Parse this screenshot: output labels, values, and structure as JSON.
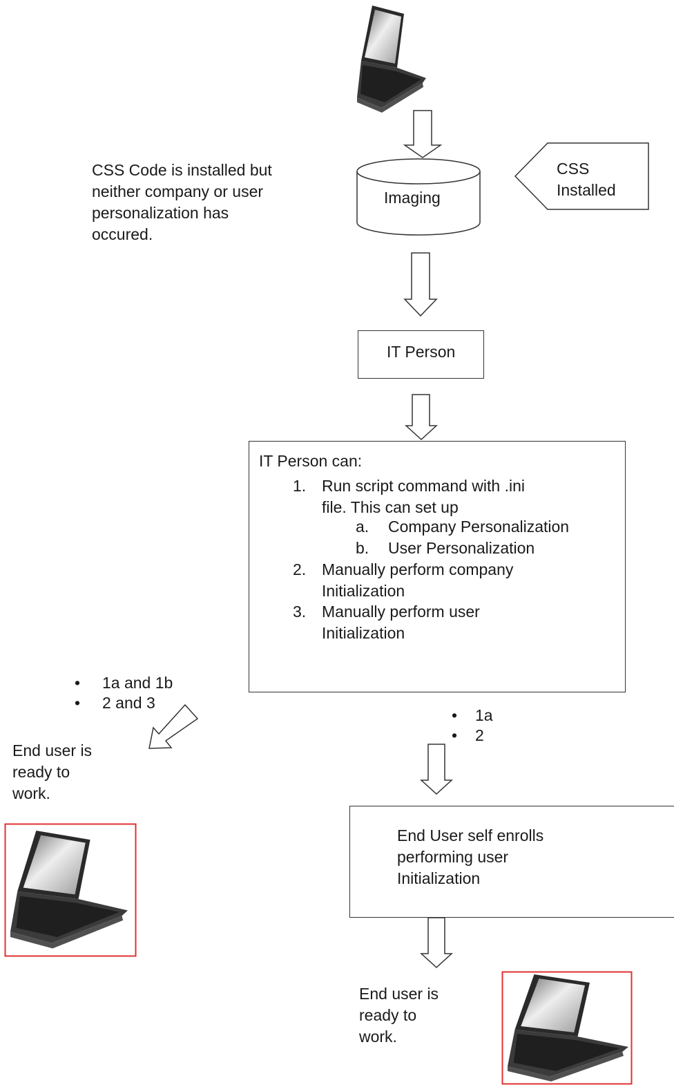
{
  "imaging_label": "Imaging",
  "css_installed_label": "CSS\nInstalled",
  "css_note": "CSS Code is installed but\nneither company or user\npersonalization has\noccured.",
  "it_person_label": "IT Person",
  "it_person_box": {
    "heading": "IT Person can:",
    "item1_num": "1.",
    "item1_text": "Run script command with .ini\nfile. This can set up",
    "item1a_num": "a.",
    "item1a_text": "Company Personalization",
    "item1b_num": "b.",
    "item1b_text": "User Personalization",
    "item2_num": "2.",
    "item2_text": "Manually perform company\nInitialization",
    "item3_num": "3.",
    "item3_text": "Manually perform user\nInitialization"
  },
  "left_branch": {
    "bullets": [
      "1a and 1b",
      "2 and 3"
    ],
    "result": "End user is\nready to\nwork."
  },
  "right_branch": {
    "bullets": [
      "1a",
      "2"
    ],
    "self_enroll": "End User self enrolls\n   performing user\n   Initialization",
    "result": "End user is\nready to\nwork."
  },
  "icons": [
    "laptop-icon",
    "down-arrow-icon",
    "diagonal-arrow-icon"
  ],
  "colors": {
    "highlight_border": "#e03030",
    "stroke": "#333333"
  }
}
